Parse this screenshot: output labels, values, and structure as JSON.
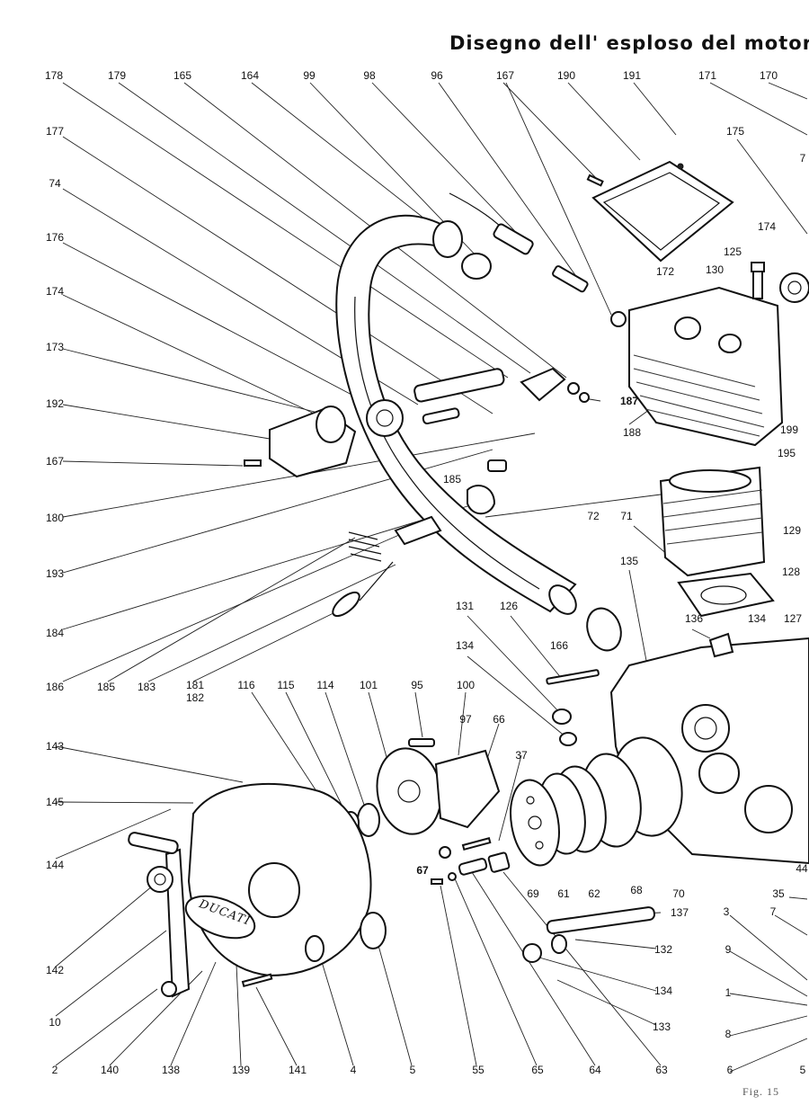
{
  "title": "Disegno dell' esploso del motore",
  "figure_caption": "Fig. 15",
  "logo_text": "DUCATI",
  "callouts": [
    {
      "id": "c178",
      "text": "178"
    },
    {
      "id": "c179",
      "text": "179"
    },
    {
      "id": "c165",
      "text": "165"
    },
    {
      "id": "c164",
      "text": "164"
    },
    {
      "id": "c99",
      "text": "99"
    },
    {
      "id": "c98",
      "text": "98"
    },
    {
      "id": "c96",
      "text": "96"
    },
    {
      "id": "c167t",
      "text": "167"
    },
    {
      "id": "c190",
      "text": "190"
    },
    {
      "id": "c191",
      "text": "191"
    },
    {
      "id": "c171",
      "text": "171"
    },
    {
      "id": "c170",
      "text": "170"
    },
    {
      "id": "c177",
      "text": "177"
    },
    {
      "id": "c175",
      "text": "175"
    },
    {
      "id": "c7t",
      "text": "7"
    },
    {
      "id": "c74",
      "text": "74"
    },
    {
      "id": "c174r",
      "text": "174"
    },
    {
      "id": "c176",
      "text": "176"
    },
    {
      "id": "c125",
      "text": "125"
    },
    {
      "id": "c130",
      "text": "130"
    },
    {
      "id": "c172",
      "text": "172"
    },
    {
      "id": "c174",
      "text": "174"
    },
    {
      "id": "c173",
      "text": "173"
    },
    {
      "id": "c187",
      "text": "187"
    },
    {
      "id": "c192",
      "text": "192"
    },
    {
      "id": "c188",
      "text": "188"
    },
    {
      "id": "c199",
      "text": "199"
    },
    {
      "id": "c195",
      "text": "195"
    },
    {
      "id": "c167",
      "text": "167"
    },
    {
      "id": "c185m",
      "text": "185"
    },
    {
      "id": "c180",
      "text": "180"
    },
    {
      "id": "c72",
      "text": "72"
    },
    {
      "id": "c71",
      "text": "71"
    },
    {
      "id": "c129",
      "text": "129"
    },
    {
      "id": "c193",
      "text": "193"
    },
    {
      "id": "c135",
      "text": "135"
    },
    {
      "id": "c128",
      "text": "128"
    },
    {
      "id": "c131",
      "text": "131"
    },
    {
      "id": "c126",
      "text": "126"
    },
    {
      "id": "c127",
      "text": "127"
    },
    {
      "id": "c184",
      "text": "184"
    },
    {
      "id": "c136",
      "text": "136"
    },
    {
      "id": "c134r",
      "text": "134"
    },
    {
      "id": "c166",
      "text": "166"
    },
    {
      "id": "c134m",
      "text": "134"
    },
    {
      "id": "c186",
      "text": "186"
    },
    {
      "id": "c185",
      "text": "185"
    },
    {
      "id": "c183",
      "text": "183"
    },
    {
      "id": "c181",
      "text": "181"
    },
    {
      "id": "c182",
      "text": "182"
    },
    {
      "id": "c116",
      "text": "116"
    },
    {
      "id": "c115",
      "text": "115"
    },
    {
      "id": "c114",
      "text": "114"
    },
    {
      "id": "c101",
      "text": "101"
    },
    {
      "id": "c95",
      "text": "95"
    },
    {
      "id": "c100",
      "text": "100"
    },
    {
      "id": "c97",
      "text": "97"
    },
    {
      "id": "c66",
      "text": "66"
    },
    {
      "id": "c143",
      "text": "143"
    },
    {
      "id": "c37",
      "text": "37"
    },
    {
      "id": "c145",
      "text": "145"
    },
    {
      "id": "c144",
      "text": "144"
    },
    {
      "id": "c44",
      "text": "44"
    },
    {
      "id": "c67",
      "text": "67"
    },
    {
      "id": "c69",
      "text": "69"
    },
    {
      "id": "c61",
      "text": "61"
    },
    {
      "id": "c62",
      "text": "62"
    },
    {
      "id": "c68",
      "text": "68"
    },
    {
      "id": "c70",
      "text": "70"
    },
    {
      "id": "c35",
      "text": "35"
    },
    {
      "id": "c137",
      "text": "137"
    },
    {
      "id": "c3",
      "text": "3"
    },
    {
      "id": "c7b",
      "text": "7"
    },
    {
      "id": "c142",
      "text": "142"
    },
    {
      "id": "c132",
      "text": "132"
    },
    {
      "id": "c9",
      "text": "9"
    },
    {
      "id": "c134b",
      "text": "134"
    },
    {
      "id": "c1",
      "text": "1"
    },
    {
      "id": "c10",
      "text": "10"
    },
    {
      "id": "c133",
      "text": "133"
    },
    {
      "id": "c8",
      "text": "8"
    },
    {
      "id": "c2",
      "text": "2"
    },
    {
      "id": "c140",
      "text": "140"
    },
    {
      "id": "c138",
      "text": "138"
    },
    {
      "id": "c139",
      "text": "139"
    },
    {
      "id": "c141",
      "text": "141"
    },
    {
      "id": "c4",
      "text": "4"
    },
    {
      "id": "c5",
      "text": "5"
    },
    {
      "id": "c55",
      "text": "55"
    },
    {
      "id": "c65",
      "text": "65"
    },
    {
      "id": "c64",
      "text": "64"
    },
    {
      "id": "c63",
      "text": "63"
    },
    {
      "id": "c6",
      "text": "6"
    },
    {
      "id": "c5b",
      "text": "5"
    }
  ]
}
